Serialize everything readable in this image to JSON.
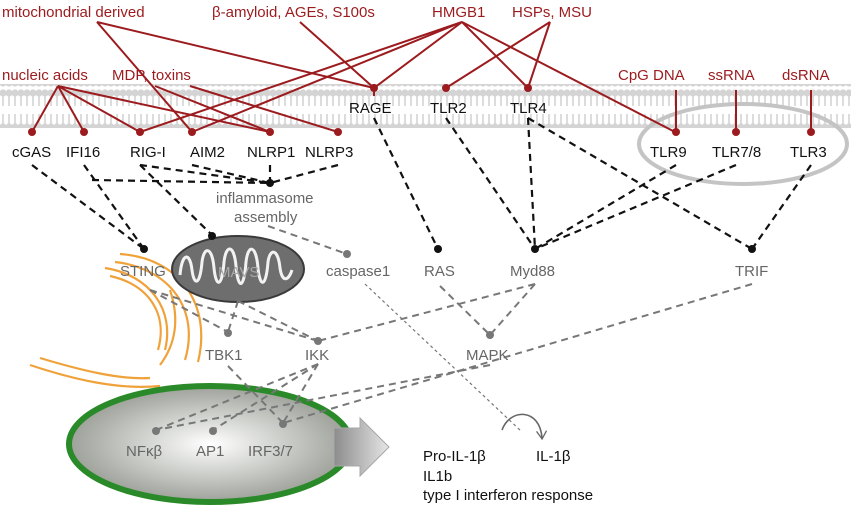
{
  "ligands": {
    "mito": "mitochondrial derived",
    "amyloid": "β-amyloid, AGEs, S100s",
    "hmgb1": "HMGB1",
    "hsps": "HSPs, MSU",
    "nucleic": "nucleic  acids",
    "mdp": "MDP, toxins",
    "cpg": "CpG DNA",
    "ssrna": "ssRNA",
    "dsrna": "dsRNA"
  },
  "receptors": {
    "cgas": "cGAS",
    "ifi16": "IFI16",
    "rigi": "RIG-I",
    "aim2": "AIM2",
    "nlrp1": "NLRP1",
    "nlrp3": "NLRP3",
    "rage": "RAGE",
    "tlr2": "TLR2",
    "tlr4": "TLR4",
    "tlr9": "TLR9",
    "tlr78": "TLR7/8",
    "tlr3": "TLR3"
  },
  "signaling": {
    "inflammasome_l1": "inflammasome",
    "inflammasome_l2": "assembly",
    "sting": "STING",
    "mavs": "MAVS",
    "caspase1": "caspase1",
    "ras": "RAS",
    "myd88": "Myd88",
    "trif": "TRIF",
    "tbk1": "TBK1",
    "ikk": "IKK",
    "mapk": "MAPK",
    "nfkb": "NFκβ",
    "ap1": "AP1",
    "irf": "IRF3/7"
  },
  "outputs": {
    "pro_il1b": "Pro-IL-1β",
    "il1b_mature": "IL-1β",
    "il1b_gene": "IL1b",
    "ifn": "type I interferon response"
  },
  "colors": {
    "ligand": "#9b1b1e",
    "membrane": "#c8c8c8",
    "nucleus_border": "#2a8a2a",
    "mito_fill": "#6e6e6e",
    "er": "#f0a23a",
    "vesicle": "#bdbdbd"
  }
}
